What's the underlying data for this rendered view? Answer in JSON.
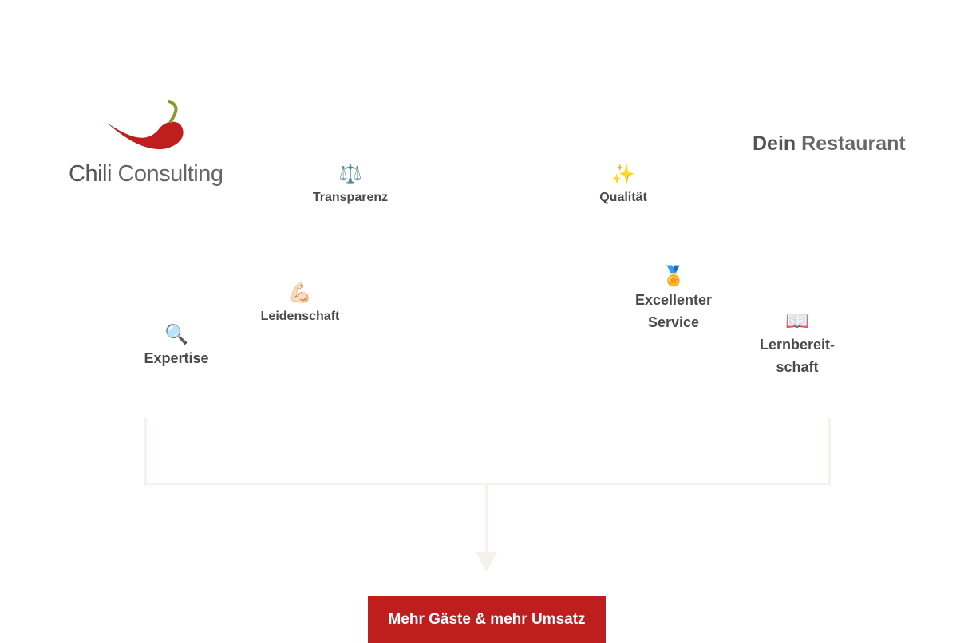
{
  "logo": {
    "word1": "Chili",
    "word2": "Consulting"
  },
  "target": {
    "word1": "Dein",
    "word2": "Restaurant"
  },
  "values": [
    {
      "icon": "⚖️",
      "label": "Transparenz"
    },
    {
      "icon": "✨",
      "label": "Qualität"
    },
    {
      "icon": "💪🏻",
      "label": "Leidenschaft"
    },
    {
      "icon": "🔍",
      "label": "Expertise"
    },
    {
      "icon": "🏅",
      "label": "Excellenter",
      "label2": "Service"
    },
    {
      "icon": "📖",
      "label": "Lernbereit-",
      "label2": "schaft"
    }
  ],
  "cta": {
    "label": "Mehr Gäste & mehr Umsatz"
  },
  "colors": {
    "brand": "#be1e1e",
    "connector": "#f5f2ec"
  }
}
